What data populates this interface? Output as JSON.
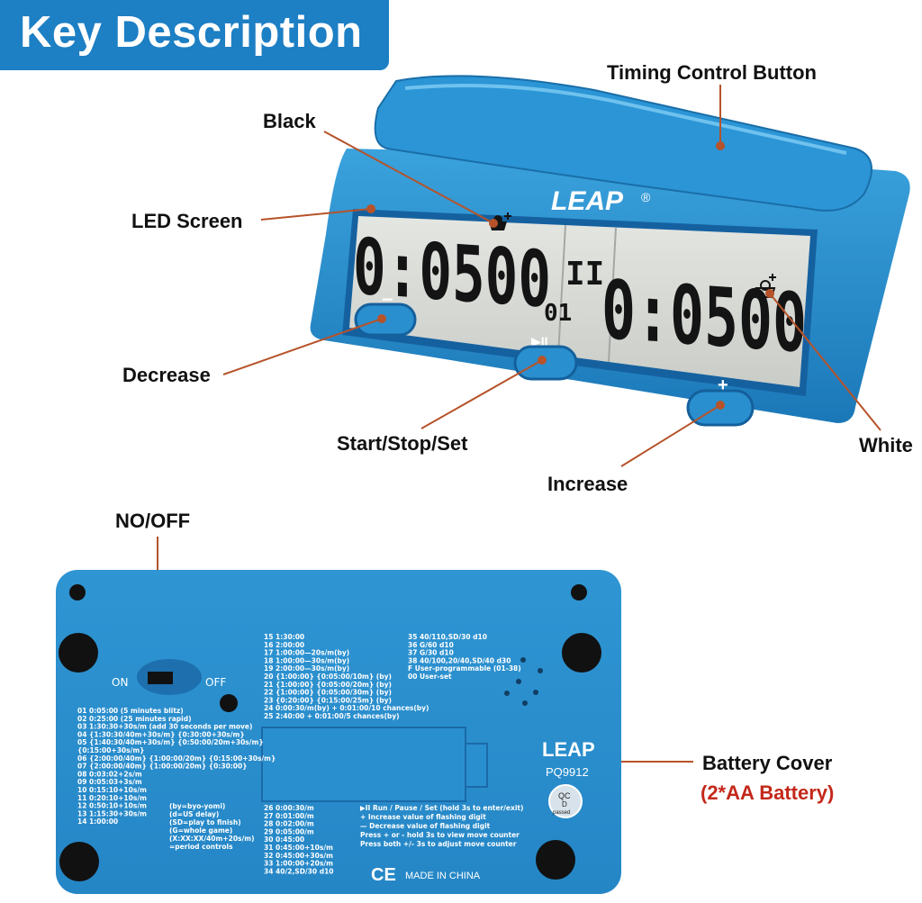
{
  "title": "Key Description",
  "labels": {
    "timing_control_button": "Timing Control Button",
    "black": "Black",
    "led_screen": "LED Screen",
    "decrease": "Decrease",
    "start_stop_set": "Start/Stop/Set",
    "increase": "Increase",
    "white": "White",
    "no_off": "NO/OFF",
    "battery_cover": "Battery Cover",
    "battery_type": "(2*AA Battery)"
  },
  "clock": {
    "brand": "LEAP",
    "registered": "®",
    "left_time": "0:0500",
    "right_time": "0:0500",
    "center_pause": "II",
    "center_counter": "01",
    "minus_glyph": "−",
    "play_glyph": "▶II",
    "plus_glyph": "+"
  },
  "back": {
    "switch_on": "ON",
    "switch_off": "OFF",
    "brand": "LEAP",
    "model": "PQ9912",
    "qc_line1": "QC",
    "qc_line2": "D",
    "qc_line3": "passed",
    "ce_mark": "CE",
    "made_in": "MADE IN CHINA",
    "modes_left": [
      "01  0:05:00      (5 minutes blitz)",
      "02  0:25:00      (25 minutes rapid)",
      "03  1:30:30+30s/m     (add 30 seconds per move)",
      "04  {1:30:30/40m+30s/m} {0:30:00+30s/m}",
      "05  {1:40:30/40m+30s/m} {0:50:00/20m+30s/m}",
      "      {0:15:00+30s/m}",
      "06  {2:00:00/40m} {1:00:00/20m} {0:15:00+30s/m}",
      "07  {2:00:00/40m} {1:00:00/20m} {0:30:00}",
      "08  0:03:02+2s/m",
      "09  0:05:03+3s/m",
      "10  0:15:10+10s/m",
      "11  0:20:10+10s/m",
      "12  0:50:10+10s/m",
      "13  1:15:30+30s/m",
      "14  1:00:00"
    ],
    "legend": [
      "(by=byo-yomi)",
      "(d=US delay)",
      "(SD=play to finish)",
      "(G=whole game)",
      "(X:XX:XX/40m+20s/m)",
      "=period controls"
    ],
    "modes_mid": [
      "15  1:30:00",
      "16  2:00:00",
      "17  1:00:00—20s/m(by)",
      "18  1:00:00—30s/m(by)",
      "19  2:00:00—30s/m(by)",
      "20  {1:00:00} {0:05:00/10m} (by)",
      "21  {1:00:00} {0:05:00/20m} (by)",
      "22  {1:00:00} {0:05:00/30m} (by)",
      "23  {0:20:00} {0:15:00/25m} (by)",
      "24  0:00:30/m(by) + 0:01:00/10 chances(by)",
      "25  2:40:00 + 0:01:00/5 chances(by)"
    ],
    "modes_bottom": [
      "26  0:00:30/m",
      "27  0:01:00/m",
      "28  0:02:00/m",
      "29  0:05:00/m",
      "30  0:45:00",
      "31  0:45:00+10s/m",
      "32  0:45:00+30s/m",
      "33  1:00:00+20s/m",
      "34  40/2,SD/30  d10"
    ],
    "modes_right": [
      "35  40/110,SD/30  d10",
      "36  G/60  d10",
      "37  G/30  d10",
      "38  40/100,20/40,SD/40  d30",
      "F    User-programmable (01-38)",
      "00  User-set"
    ],
    "instructions": [
      "▶II  Run / Pause / Set  (hold 3s to enter/exit)",
      "+    Increase value  of flashing digit",
      "—   Decrease  value  of flashing digit",
      "Press + or - hold 3s  to view move counter",
      "Press both +/- 3s to adjust move counter"
    ]
  }
}
